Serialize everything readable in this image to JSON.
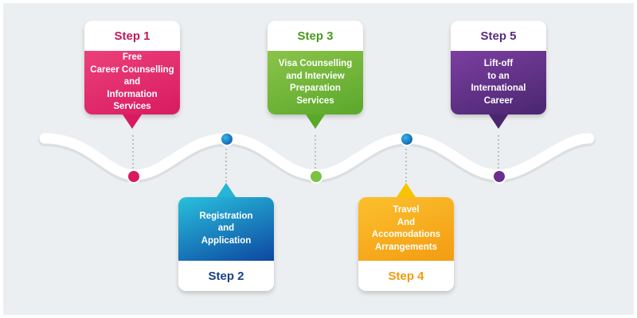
{
  "steps": [
    {
      "title": "Step 1",
      "text": "Free\nCareer Counselling\nand\nInformation Services",
      "color": "#e0216f",
      "title_color": "#c2185b"
    },
    {
      "title": "Step 2",
      "text": "Registration\nand\nApplication",
      "color": "#1ea3c6",
      "title_color": "#1a3f8a"
    },
    {
      "title": "Step 3",
      "text": "Visa Counselling\nand  Interview\nPreparation\nServices",
      "color": "#6dbb2e",
      "title_color": "#4a9a1f"
    },
    {
      "title": "Step 4",
      "text": "Travel\nAnd\nAccomodations\nArrangements",
      "color": "#f5a300",
      "title_color": "#f29a0d"
    },
    {
      "title": "Step 5",
      "text": "Lift-off\nto an\nInternational\nCareer",
      "color": "#6a2f8f",
      "title_color": "#5a2d82"
    }
  ],
  "colors": {
    "background": "#eceff1",
    "wave": "#ffffff",
    "connector": "#9e9e9e"
  }
}
